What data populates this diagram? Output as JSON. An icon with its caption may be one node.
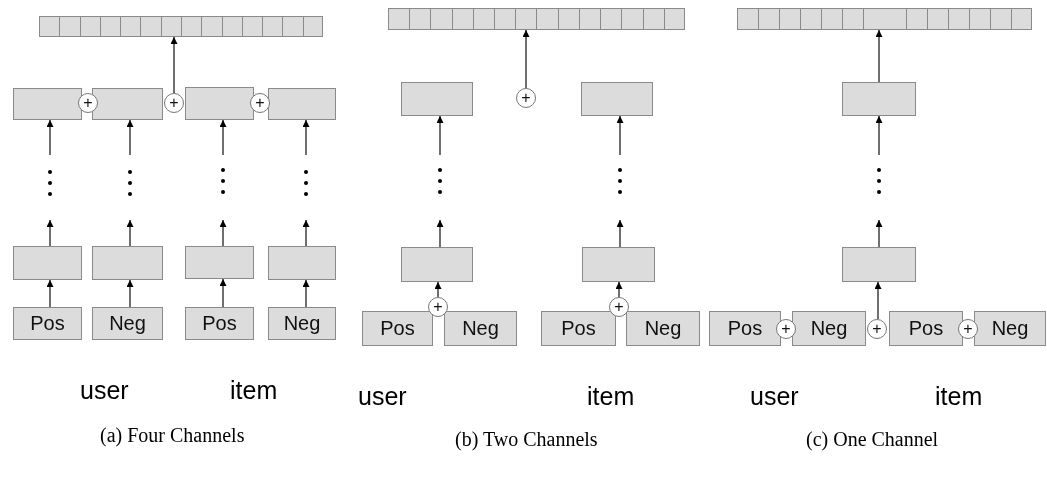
{
  "diagram": {
    "nodes": [
      {
        "text": [],
        "shape": "bar"
      },
      {
        "text": [],
        "shape": "box"
      },
      {
        "text": [
          "+"
        ]
      },
      {
        "text": [],
        "shape": "box"
      },
      {
        "text": [
          "+"
        ]
      },
      {
        "text": [],
        "shape": "box"
      },
      {
        "text": [
          "+"
        ]
      },
      {
        "text": [],
        "shape": "box"
      },
      {
        "text": [],
        "shape": "box"
      },
      {
        "text": [],
        "shape": "box"
      },
      {
        "text": [],
        "shape": "box"
      },
      {
        "text": [],
        "shape": "box"
      },
      {
        "text": [
          "Pos"
        ]
      },
      {
        "text": [
          "Neg"
        ]
      },
      {
        "text": [
          "Pos"
        ]
      },
      {
        "text": [
          "Neg"
        ]
      },
      {
        "text": [],
        "shape": "bar"
      },
      {
        "text": [],
        "shape": "box"
      },
      {
        "text": [
          "+"
        ]
      },
      {
        "text": [],
        "shape": "box"
      },
      {
        "text": [],
        "shape": "box"
      },
      {
        "text": [],
        "shape": "box"
      },
      {
        "text": [
          "Pos"
        ]
      },
      {
        "text": [
          "+"
        ]
      },
      {
        "text": [
          "Neg"
        ]
      },
      {
        "text": [
          "Pos"
        ]
      },
      {
        "text": [
          "+"
        ]
      },
      {
        "text": [
          "Neg"
        ]
      },
      {
        "text": [],
        "shape": "bar"
      },
      {
        "text": [],
        "shape": "box"
      },
      {
        "text": [],
        "shape": "box"
      },
      {
        "text": [
          "Pos"
        ]
      },
      {
        "text": [
          "+"
        ]
      },
      {
        "text": [
          "Neg"
        ]
      },
      {
        "text": [
          "+"
        ]
      },
      {
        "text": [
          "Pos"
        ]
      },
      {
        "text": [
          "+"
        ]
      },
      {
        "text": [
          "Neg"
        ]
      }
    ],
    "edges": [
      {
        "from": 4,
        "to": 0,
        "arrow": "to"
      },
      {
        "from": 12,
        "to": 8,
        "arrow": "to"
      },
      {
        "from": 8,
        "to": null,
        "arrow": "to"
      },
      {
        "from": null,
        "to": 1,
        "arrow": "to"
      },
      {
        "from": 13,
        "to": 9,
        "arrow": "to"
      },
      {
        "from": 9,
        "to": null,
        "arrow": "to"
      },
      {
        "from": null,
        "to": 3,
        "arrow": "to"
      },
      {
        "from": 14,
        "to": 10,
        "arrow": "to"
      },
      {
        "from": 10,
        "to": null,
        "arrow": "to"
      },
      {
        "from": null,
        "to": 5,
        "arrow": "to"
      },
      {
        "from": 15,
        "to": 11,
        "arrow": "to"
      },
      {
        "from": 11,
        "to": null,
        "arrow": "to"
      },
      {
        "from": null,
        "to": 7,
        "arrow": "to"
      },
      {
        "from": 18,
        "to": 16,
        "arrow": "to"
      },
      {
        "from": 23,
        "to": 20,
        "arrow": "to"
      },
      {
        "from": 26,
        "to": 21,
        "arrow": "to"
      },
      {
        "from": 20,
        "to": null,
        "arrow": "to"
      },
      {
        "from": null,
        "to": 17,
        "arrow": "to"
      },
      {
        "from": 21,
        "to": null,
        "arrow": "to"
      },
      {
        "from": null,
        "to": 19,
        "arrow": "to"
      },
      {
        "from": 34,
        "to": 30,
        "arrow": "to"
      },
      {
        "from": 30,
        "to": null,
        "arrow": "to"
      },
      {
        "from": null,
        "to": 29,
        "arrow": "to"
      },
      {
        "from": 29,
        "to": 28,
        "arrow": "to"
      }
    ],
    "labels": [
      "user",
      "item",
      "user",
      "item",
      "user",
      "item",
      "(a) Four Channels",
      "(b) Two Channels",
      "(c) One Channel"
    ]
  }
}
